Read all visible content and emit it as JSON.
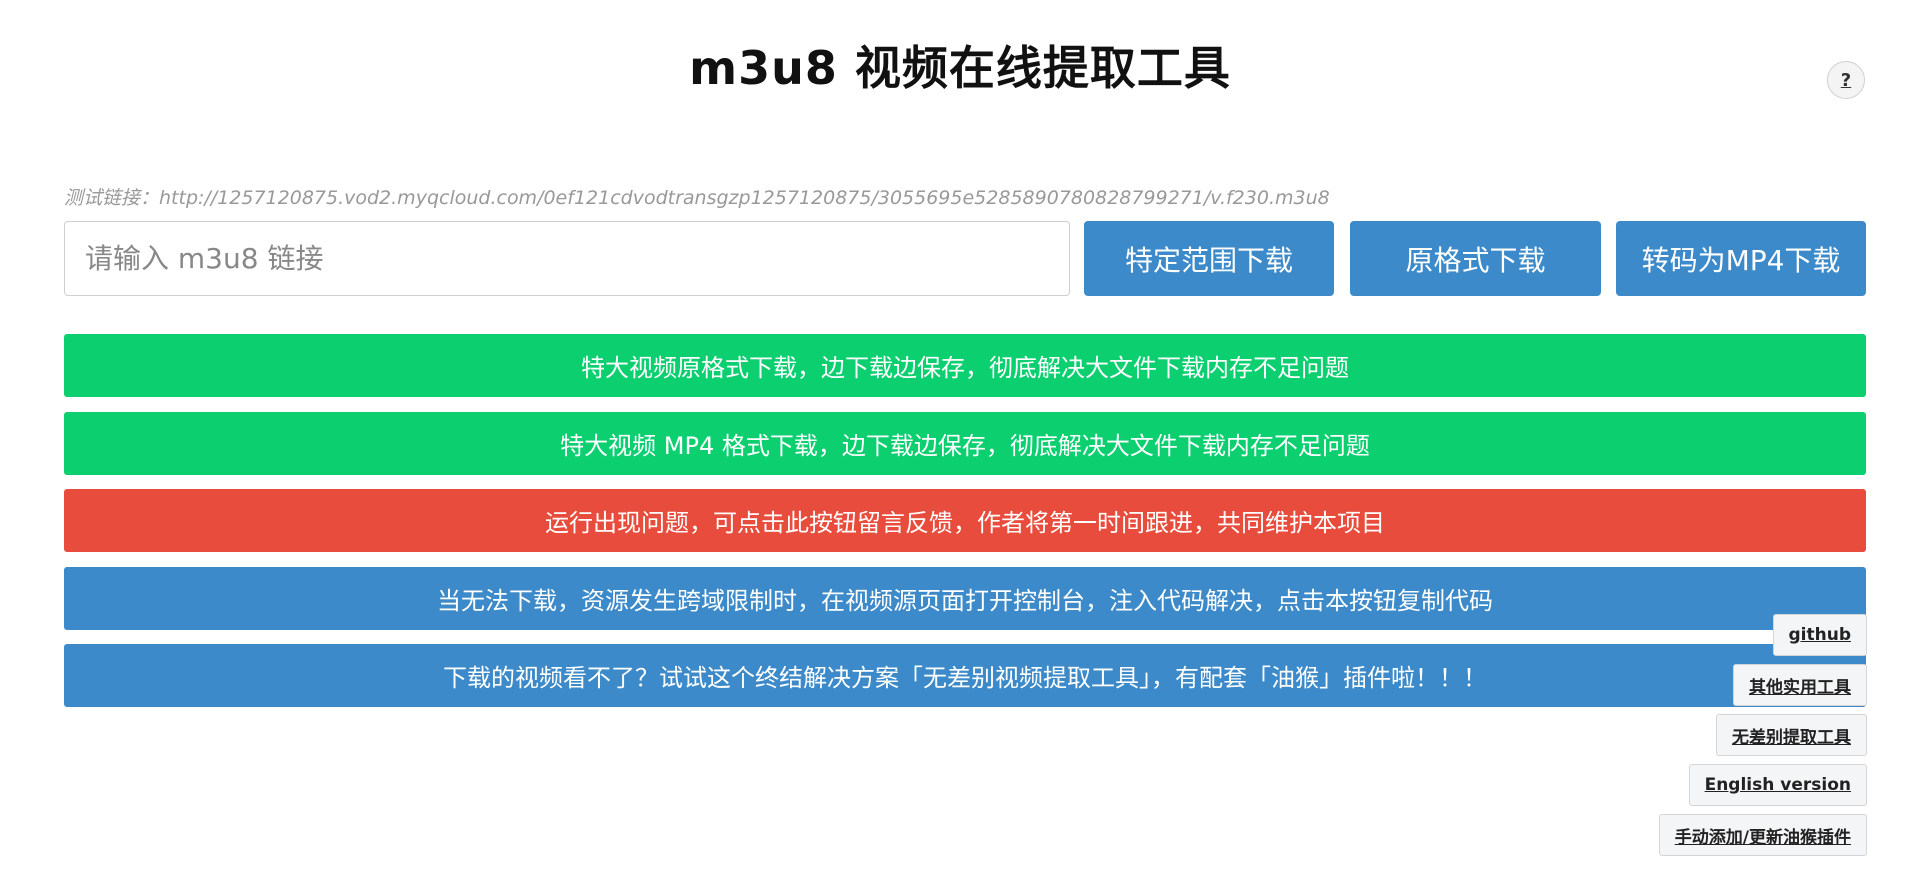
{
  "header": {
    "title": "m3u8 视频在线提取工具",
    "help_label": "?"
  },
  "test_link": {
    "text": "测试链接：http://1257120875.vod2.myqcloud.com/0ef121cdvodtransgzp1257120875/3055695e5285890780828799271/v.f230.m3u8"
  },
  "search": {
    "placeholder": "请输入 m3u8 链接",
    "value": ""
  },
  "actions": {
    "range_download": "特定范围下载",
    "original_download": "原格式下载",
    "mp4_download": "转码为MP4下载"
  },
  "bars": {
    "stream_original": "特大视频原格式下载，边下载边保存，彻底解决大文件下载内存不足问题",
    "stream_mp4": "特大视频 MP4 格式下载，边下载边保存，彻底解决大文件下载内存不足问题",
    "feedback": "运行出现问题，可点击此按钮留言反馈，作者将第一时间跟进，共同维护本项目",
    "cors_copy": "当无法下载，资源发生跨域限制时，在视频源页面打开控制台，注入代码解决，点击本按钮复制代码",
    "universal_tool": "下载的视频看不了？试试这个终结解决方案「无差别视频提取工具」，有配套「油猴」插件啦！！！"
  },
  "side_links": {
    "github": "github",
    "other_tools": "其他实用工具",
    "universal_extract": "无差别提取工具",
    "english": "English version",
    "userscript": "手动添加/更新油猴插件"
  },
  "colors": {
    "primary_blue": "#3c8ac9",
    "green": "#0ccf70",
    "red": "#e84c3d"
  }
}
